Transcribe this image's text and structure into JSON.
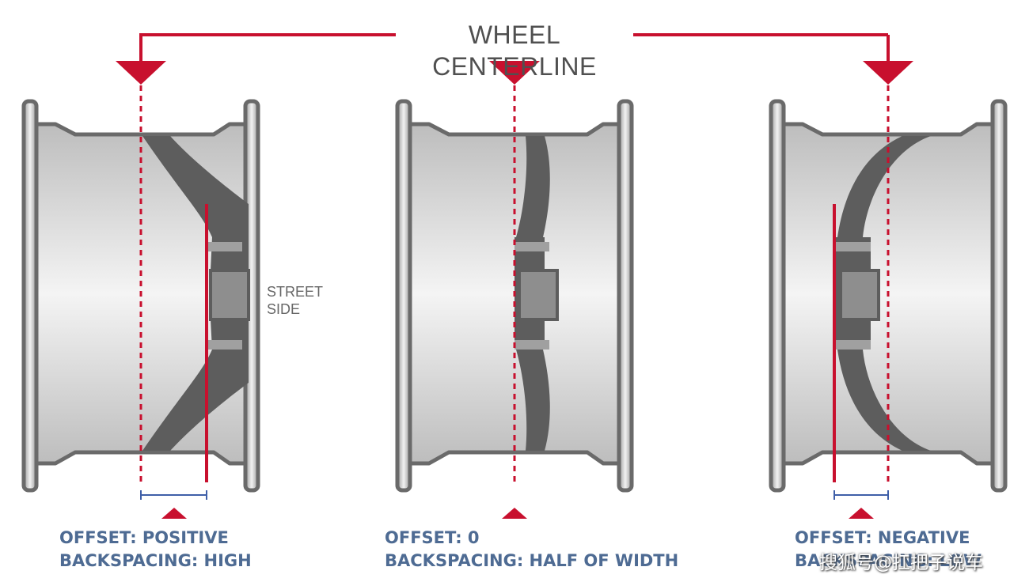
{
  "title": "WHEEL CENTERLINE",
  "street_side": {
    "line1": "STREET",
    "line2": "SIDE"
  },
  "panels": [
    {
      "offset": "OFFSET: POSITIVE",
      "backspacing": "BACKSPACING: HIGH"
    },
    {
      "offset": "OFFSET: 0",
      "backspacing": "BACKSPACING: HALF OF WIDTH"
    },
    {
      "offset": "OFFSET: NEGATIVE",
      "backspacing": "BACKSPACING: LOW"
    }
  ],
  "watermark": "搜狐号@扛把子说车",
  "colors": {
    "accent_red": "#c8102e",
    "caption_blue": "#4e6b93",
    "spoke_gray": "#5d5d5d",
    "rim_gray": "#9a9a9a",
    "measure_blue": "#3f5fa8"
  }
}
